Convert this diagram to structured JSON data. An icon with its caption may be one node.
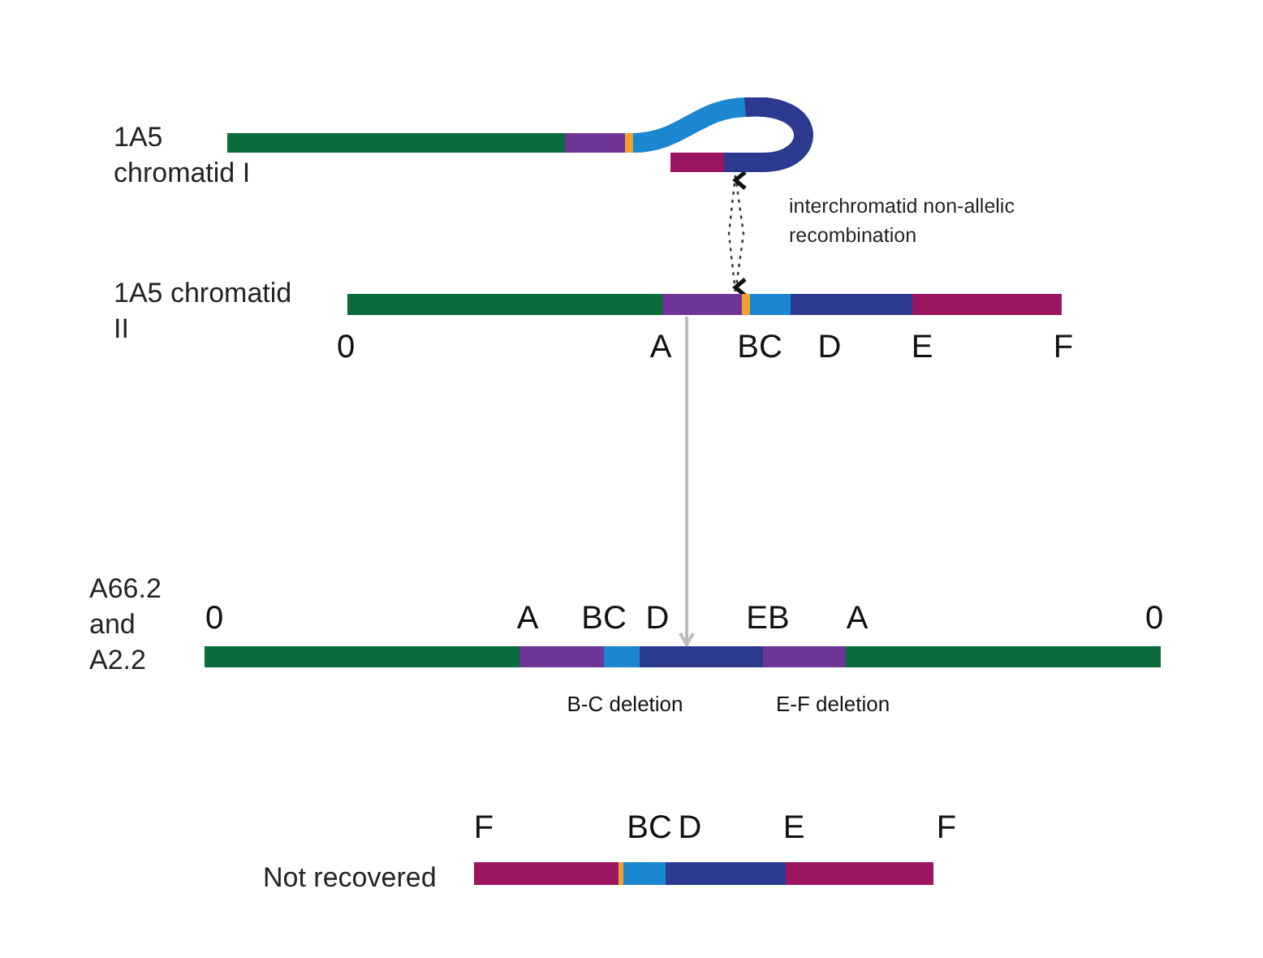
{
  "diagram": {
    "nodes": [
      {
        "text": [],
        "shape": "picture",
        "beside": [
          "1A5 chromatid I"
        ]
      },
      {
        "text": [],
        "shape": "bar",
        "beside": [
          "1A5 chromatid II",
          "0",
          "A",
          "BC",
          "D",
          "E",
          "F"
        ]
      },
      {
        "text": [],
        "shape": "bar",
        "beside": [
          "A66.2 and A2.2",
          "0",
          "A",
          "BC",
          "D",
          "EB",
          "A",
          "0",
          "B-C deletion",
          "E-F deletion"
        ]
      },
      {
        "text": [],
        "shape": "bar",
        "beside": [
          "Not recovered",
          "F",
          "BC",
          "D",
          "E",
          "F"
        ]
      }
    ],
    "edges": [
      {
        "from": 0,
        "to": 1,
        "arrow": "both",
        "style": "dashed",
        "label": "interchromatid non-allelic recombination"
      },
      {
        "from": 1,
        "to": 2,
        "arrow": "to",
        "color": "#bdbdbd"
      }
    ]
  }
}
